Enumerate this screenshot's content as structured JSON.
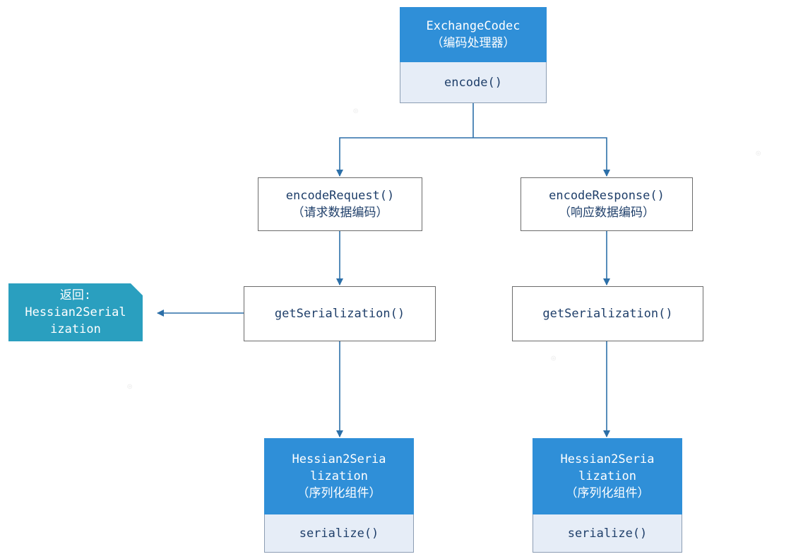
{
  "colors": {
    "header": "#2f8fd8",
    "footer": "#e6edf7",
    "note": "#2a9fbf",
    "line": "#2c6fa8"
  },
  "codec": {
    "title": "ExchangeCodec",
    "subtitle": "（编码处理器）",
    "method": "encode()"
  },
  "encode_request": {
    "title": "encodeRequest()",
    "subtitle": "（请求数据编码）"
  },
  "encode_response": {
    "title": "encodeResponse()",
    "subtitle": "（响应数据编码）"
  },
  "get_serialization_left": {
    "label": "getSerialization()"
  },
  "get_serialization_right": {
    "label": "getSerialization()"
  },
  "return_note": {
    "line1": "返回:",
    "line2": "Hessian2Serial",
    "line3": "ization"
  },
  "serialization_left": {
    "line1": "Hessian2Seria",
    "line2": "lization",
    "line3": "（序列化组件）",
    "method": "serialize()"
  },
  "serialization_right": {
    "line1": "Hessian2Seria",
    "line2": "lization",
    "line3": "（序列化组件）",
    "method": "serialize()"
  }
}
